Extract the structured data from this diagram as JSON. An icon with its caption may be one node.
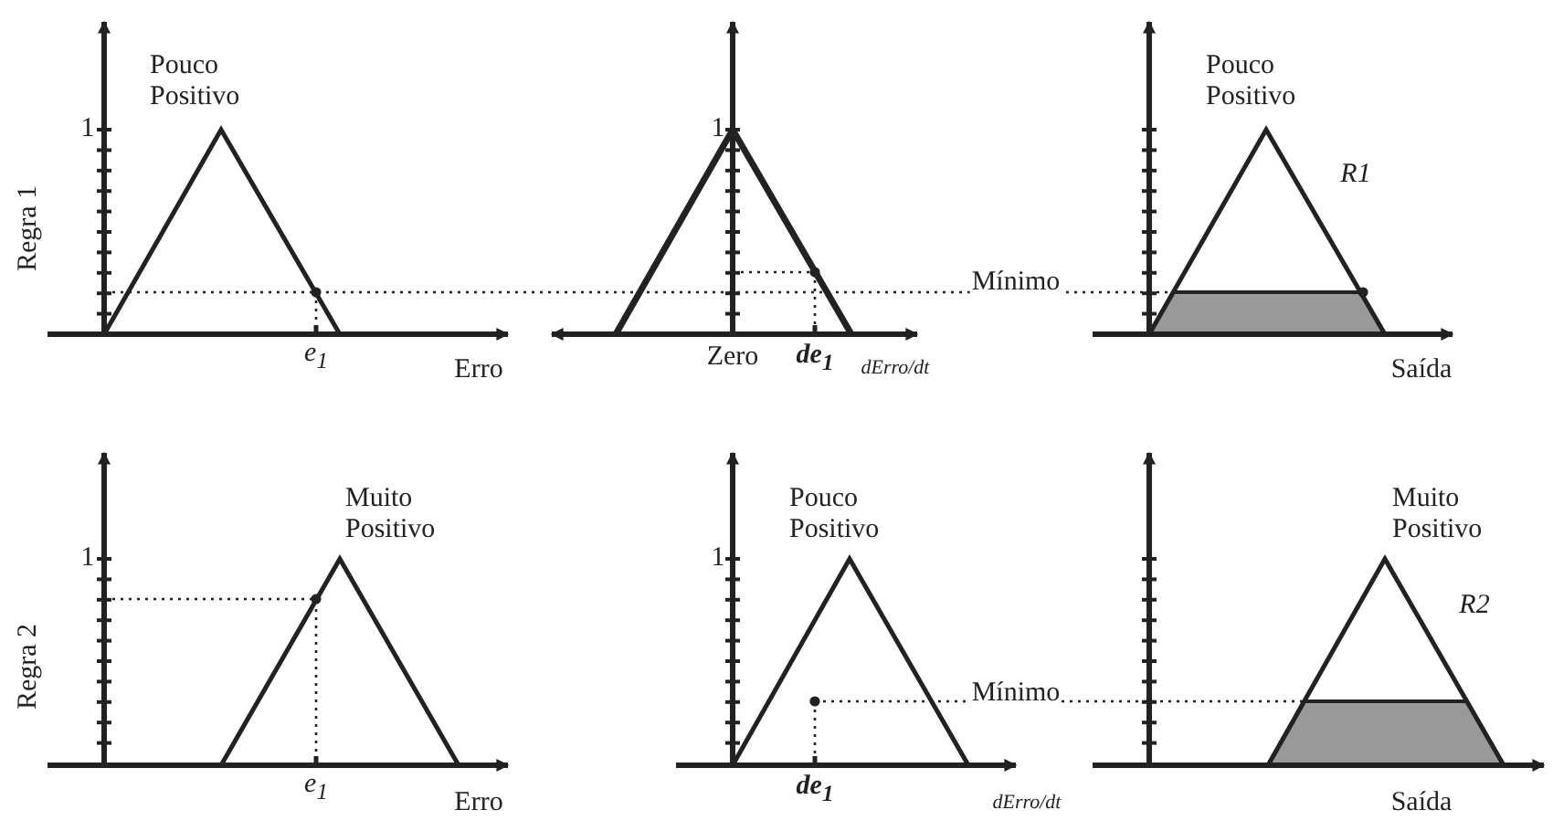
{
  "diagram": {
    "labels": [
      "Pouco Positivo",
      "Pouco Positivo",
      "Regra 1",
      "1",
      "1",
      "R1",
      "Mínimo",
      "e$_{1}$",
      "Zero",
      "de$_{1}$",
      "Erro",
      "dErro/dt",
      "Saída",
      "Muito Positivo",
      "Pouco Positivo",
      "Muito Positivo",
      "Regra 2",
      "1",
      "1",
      "R2",
      "Mínimo",
      "e$_{1}$",
      "de$_{1}$",
      "Erro",
      "dErro/dt",
      "Saída"
    ]
  }
}
